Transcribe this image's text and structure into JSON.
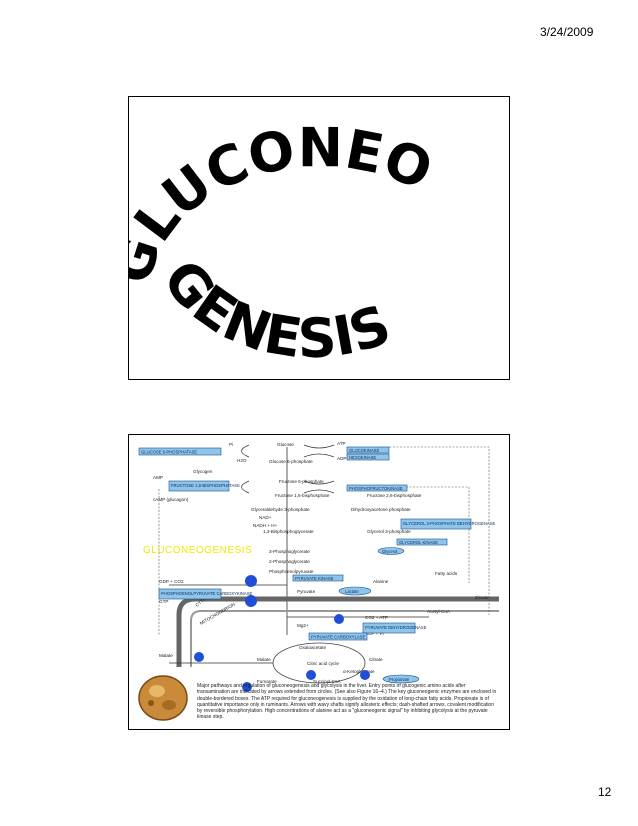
{
  "header": {
    "date": "3/24/2009"
  },
  "footer": {
    "page_number": "12"
  },
  "slide1": {
    "title_line1": "GLUCONEO",
    "title_line2": "GENESIS"
  },
  "slide2": {
    "overlay_label": "GLUCONEOGENESIS",
    "overlay_color": "#f0e800",
    "caption": "Major pathways and regulation of gluconeogenesis and glycolysis in the liver. Entry points of glucogenic amino acids after transamination are indicated by arrows extended from circles. (See also Figure 16–4.) The key gluconeogenic enzymes are enclosed in double-bordered boxes. The ATP required for gluconeogenesis is supplied by the oxidation of long-chain fatty acids. Propionate is of quantitative importance only in ruminants. Arrows with wavy shafts signify allosteric effects; dash-shafted arrows, covalent modification by reversible phosphorylation. High concentrations of alanine act as a \"gluconeogenic signal\" by inhibiting glycolysis at the pyruvate kinase step.",
    "diagram_labels": {
      "glucose": "Glucose",
      "pi": "Pi",
      "atp": "ATP",
      "g6p": "Glucose 6-phosphate",
      "h2o": "H2O",
      "adp": "ADP",
      "glycogen": "Glycogen",
      "amp": "AMP",
      "f6p": "Fructose 6-phosphate",
      "f16bp": "Fructose 1,6-bisphosphate",
      "f26bp": "Fructose 2,6-bisphosphate",
      "camp": "cAMP (glucagon)",
      "g3p": "Glyceraldehyde 3-phosphate",
      "dhap": "Dihydroxyacetone phosphate",
      "nad": "NAD+",
      "nadh": "NADH + H+",
      "bpg": "1,3-Bisphosphoglycerate",
      "pg3": "3-Phosphoglycerate",
      "pg2": "2-Phosphoglycerate",
      "pep": "Phosphoenolpyruvate",
      "pyruvate": "Pyruvate",
      "lactate": "Lactate",
      "alanine": "Alanine",
      "fatty_acids": "Fatty acids",
      "citrate": "Citrate",
      "acetyl_coa": "Acetyl-CoA",
      "oxaloacetate": "Oxaloacetate",
      "malate": "Malate",
      "fumarate": "Fumarate",
      "succinyl_coa": "Succinyl-CoA",
      "a_kg": "α-Ketoglutarate",
      "propionate": "Propionate",
      "citric_cycle": "Citric acid cycle",
      "glycerol": "Glycerol",
      "glycerol_3p": "Glycerol 3-phosphate",
      "gdp_co2": "GDP + CO2",
      "gtp": "GTP",
      "mg": "Mg2+",
      "co2_atp": "CO2 + ATP",
      "adp_pi": "ADP + Pi",
      "cytosol": "CYTOSOL",
      "mito": "MITOCHONDRION"
    },
    "enzyme_boxes": {
      "g6pase": "GLUCOSE 6-PHOSPHATASE",
      "glucokinase": "GLUCOKINASE",
      "hexokinase": "HEXOKINASE",
      "fbpase": "FRUCTOSE 1,6-BISPHOSPHATASE",
      "pfk": "PHOSPHOFRUCTOKINASE",
      "g3pdh": "GLYCEROL 3-PHOSPHATE DEHYDROGENASE",
      "glycerol_kinase": "GLYCEROL KINASE",
      "pk": "PYRUVATE KINASE",
      "pepck": "PHOSPHOENOLPYRUVATE CARBOXYKINASE",
      "pdh": "PYRUVATE DEHYDROGENASE",
      "pc": "PYRUVATE CARBOXYLASE"
    }
  }
}
